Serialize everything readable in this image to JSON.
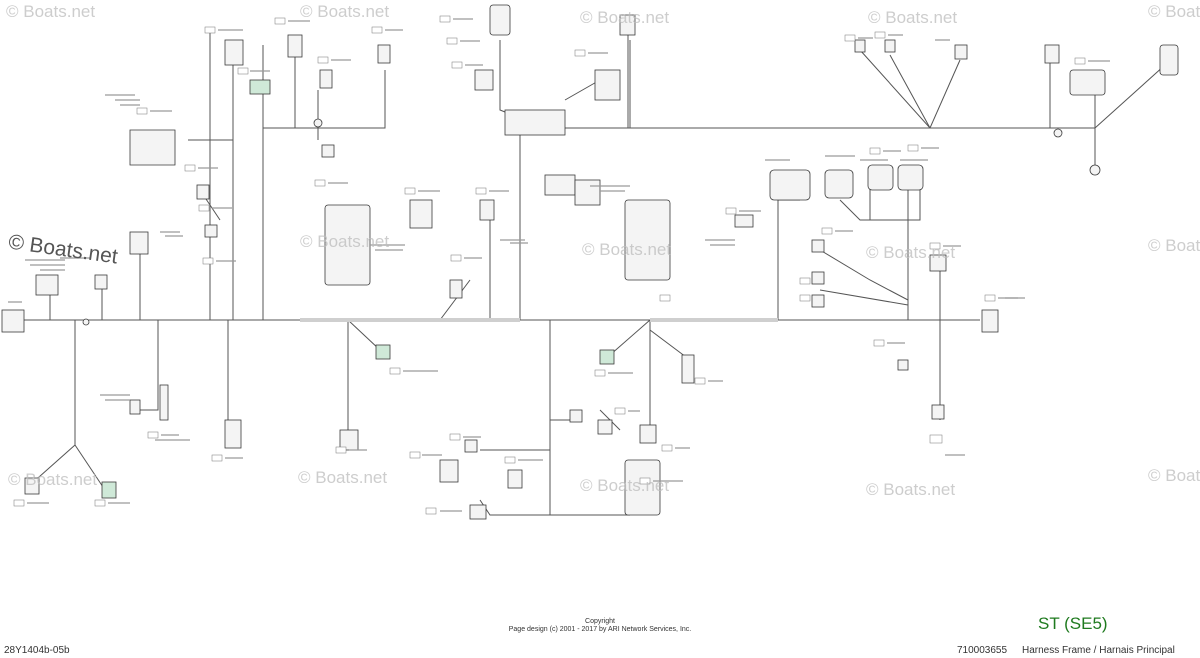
{
  "watermark": {
    "text": "© Boats.net",
    "featured_text": "© Boats.net"
  },
  "footer": {
    "copyright_title": "Copyright",
    "copyright_line": "Page design (c) 2001 - 2017 by ARI Network Services, Inc.",
    "model_code": "ST (SE5)",
    "drawing_number": "28Y1404b-05b",
    "part_number": "710003655",
    "harness_title": "Harness Frame / Harnais Principal"
  },
  "colors": {
    "wire": "#555555",
    "connector": "#3a3a3a",
    "highlight": "#2e8b57",
    "watermark": "#bdbdbd",
    "model_code": "#1f7a1f"
  }
}
